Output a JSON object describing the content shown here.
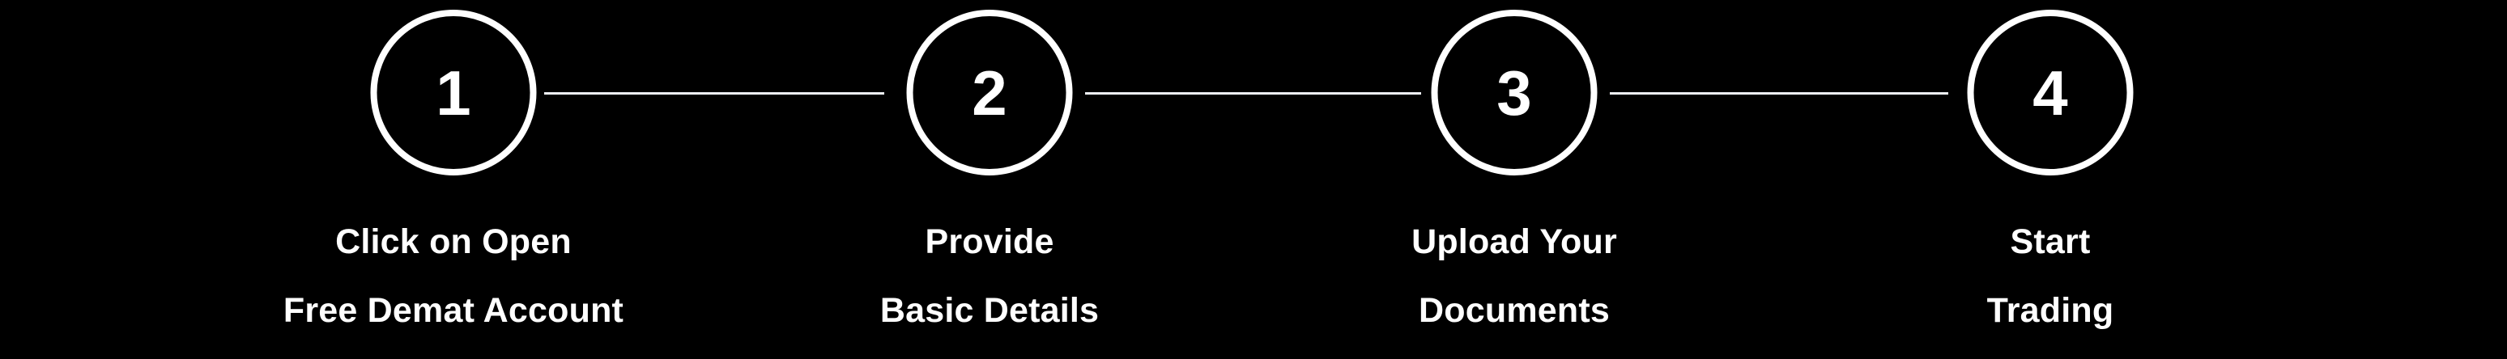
{
  "background_color": "#000000",
  "accent_color": "#ffffff",
  "connector_color": "#eef2f8",
  "stepper": {
    "name": "account-opening-steps",
    "steps": [
      {
        "number": "1",
        "label_line1": "Click on Open",
        "label_line2": "Free Demat Account"
      },
      {
        "number": "2",
        "label_line1": "Provide",
        "label_line2": "Basic Details"
      },
      {
        "number": "3",
        "label_line1": "Upload Your",
        "label_line2": "Documents"
      },
      {
        "number": "4",
        "label_line1": "Start",
        "label_line2": "Trading"
      }
    ]
  }
}
